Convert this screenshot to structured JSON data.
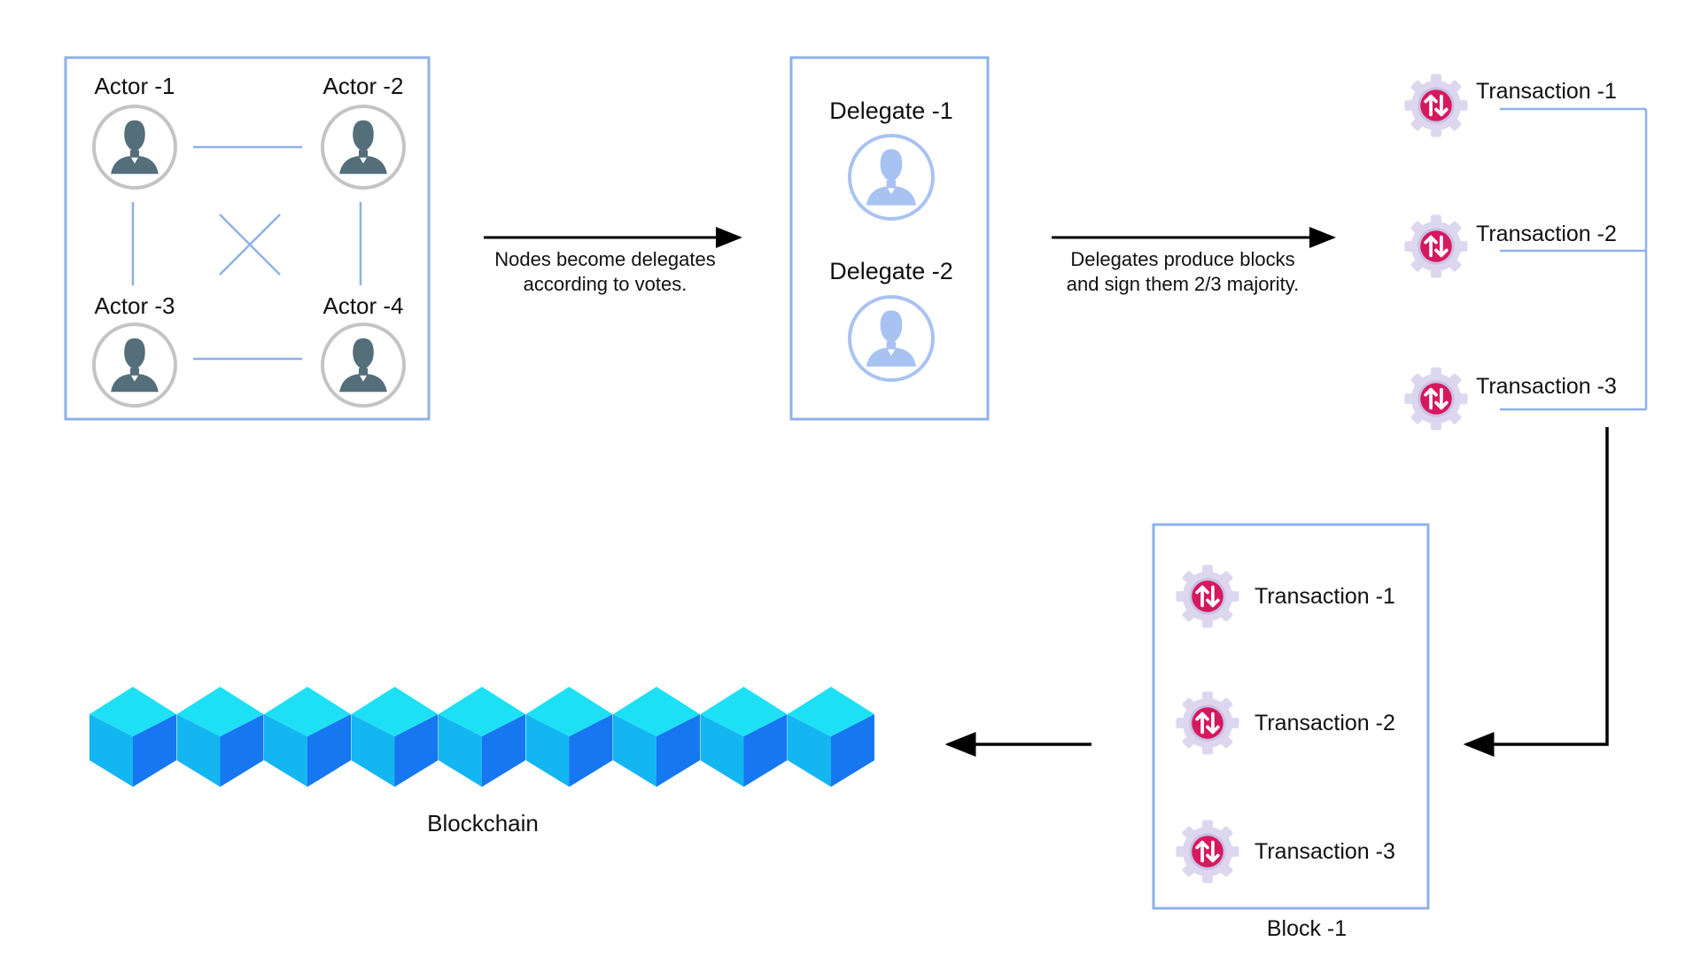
{
  "actors": [
    "Actor -1",
    "Actor -2",
    "Actor -3",
    "Actor -4"
  ],
  "delegates": [
    "Delegate -1",
    "Delegate -2"
  ],
  "steps": {
    "step1_line1": "Nodes become delegates",
    "step1_line2": "according to votes.",
    "step2_line1": "Delegates produce blocks",
    "step2_line2": "and sign them 2/3 majority."
  },
  "transactions": [
    "Transaction -1",
    "Transaction -2",
    "Transaction -3"
  ],
  "block": {
    "label": "Block -1",
    "transactions": [
      "Transaction -1",
      "Transaction -2",
      "Transaction -3"
    ]
  },
  "blockchain": {
    "label": "Blockchain",
    "block_count": 9
  },
  "colors": {
    "box_border": "#8fb0ea",
    "connector": "#8fb0ea",
    "actor_person": "#546e7a",
    "actor_ring": "#c4c4c4",
    "delegate_person": "#a8c2f2",
    "tx_gear": "#dcd6ee",
    "tx_core": "#d6195e",
    "cube_top": "#1ee0f5",
    "cube_left": "#14b6f2",
    "cube_right": "#1677f0",
    "arrow": "#000000"
  }
}
